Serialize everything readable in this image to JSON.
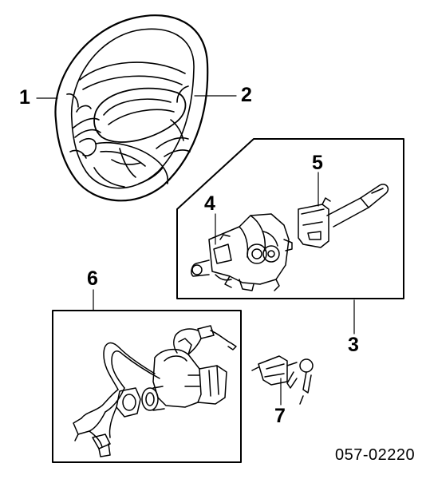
{
  "callouts": {
    "c1": "1",
    "c2": "2",
    "c3": "3",
    "c4": "4",
    "c5": "5",
    "c6": "6",
    "c7": "7"
  },
  "part_number": "057-02220"
}
